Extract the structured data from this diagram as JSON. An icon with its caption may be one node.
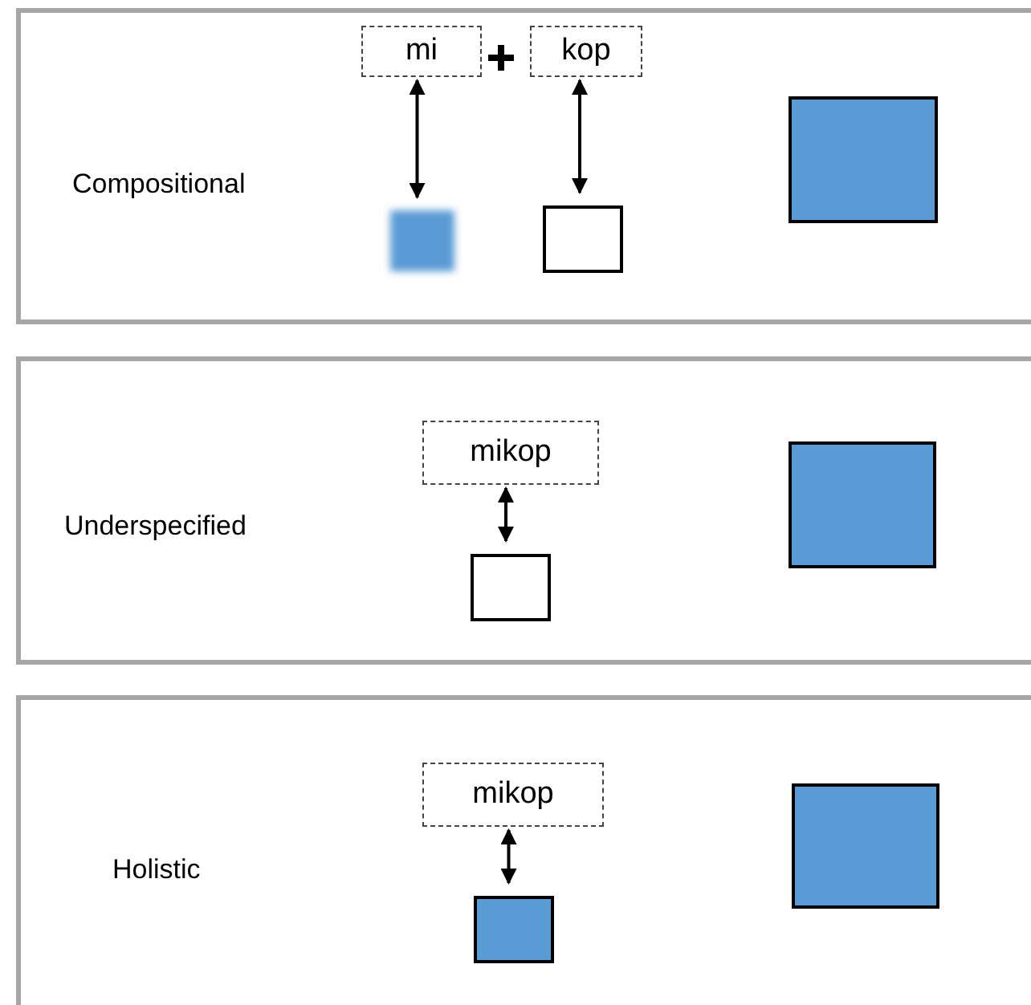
{
  "diagram": {
    "nodes": [
      {
        "text": [
          "Compositional"
        ]
      },
      {
        "text": [
          "mi"
        ],
        "in": 0
      },
      {
        "text": [
          "kop"
        ],
        "in": 0
      },
      {
        "text": [],
        "shape": "box",
        "in": 0
      },
      {
        "text": [],
        "shape": "box",
        "in": 0
      },
      {
        "text": [],
        "shape": "box",
        "in": 0
      },
      {
        "text": [
          "Underspecified"
        ]
      },
      {
        "text": [
          "mikop"
        ],
        "in": 6
      },
      {
        "text": [],
        "shape": "box",
        "in": 6
      },
      {
        "text": [],
        "shape": "box",
        "in": 6
      },
      {
        "text": [
          "Holistic"
        ]
      },
      {
        "text": [
          "mikop"
        ],
        "in": 10
      },
      {
        "text": [],
        "shape": "box",
        "in": 10
      },
      {
        "text": [],
        "shape": "box",
        "in": 10
      }
    ],
    "edges": [
      {
        "from": 1,
        "to": 3,
        "arrow": "both"
      },
      {
        "from": 2,
        "to": 4,
        "arrow": "both"
      },
      {
        "from": 7,
        "to": 8,
        "arrow": "both"
      },
      {
        "from": 11,
        "to": 12,
        "arrow": "both"
      }
    ]
  }
}
